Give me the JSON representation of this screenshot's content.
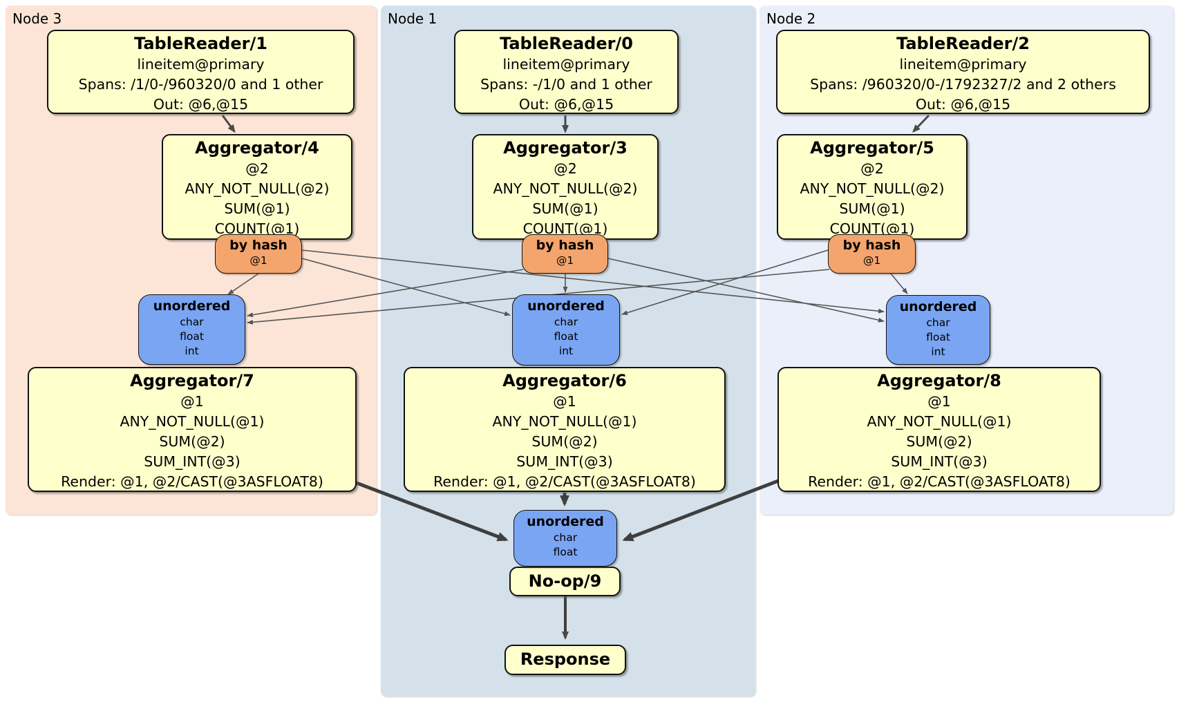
{
  "panels": {
    "node3": {
      "label": "Node 3"
    },
    "node1": {
      "label": "Node 1"
    },
    "node2": {
      "label": "Node 2"
    }
  },
  "colors": {
    "node3_bg": "#fce4d6",
    "node1_bg": "#d4e1ea",
    "node2_bg": "#eaeffa",
    "processor_bg": "#ffffcc",
    "router_bg": "#f4a56d",
    "sync_bg": "#7aa5f2",
    "edge_thin": "#555555",
    "edge_thick": "#3f3f3f"
  },
  "processors": {
    "tr1": {
      "title": "TableReader/1",
      "lines": [
        "lineitem@primary",
        "Spans: /1/0-/960320/0 and 1 other",
        "Out: @6,@15"
      ]
    },
    "tr0": {
      "title": "TableReader/0",
      "lines": [
        "lineitem@primary",
        "Spans: -/1/0 and 1 other",
        "Out: @6,@15"
      ]
    },
    "tr2": {
      "title": "TableReader/2",
      "lines": [
        "lineitem@primary",
        "Spans: /960320/0-/1792327/2 and 2 others",
        "Out: @6,@15"
      ]
    },
    "agg4": {
      "title": "Aggregator/4",
      "lines": [
        "@2",
        "ANY_NOT_NULL(@2)",
        "SUM(@1)",
        "COUNT(@1)"
      ]
    },
    "agg3": {
      "title": "Aggregator/3",
      "lines": [
        "@2",
        "ANY_NOT_NULL(@2)",
        "SUM(@1)",
        "COUNT(@1)"
      ]
    },
    "agg5": {
      "title": "Aggregator/5",
      "lines": [
        "@2",
        "ANY_NOT_NULL(@2)",
        "SUM(@1)",
        "COUNT(@1)"
      ]
    },
    "agg7": {
      "title": "Aggregator/7",
      "lines": [
        "@1",
        "ANY_NOT_NULL(@1)",
        "SUM(@2)",
        "SUM_INT(@3)",
        "Render: @1, @2/CAST(@3ASFLOAT8)"
      ]
    },
    "agg6": {
      "title": "Aggregator/6",
      "lines": [
        "@1",
        "ANY_NOT_NULL(@1)",
        "SUM(@2)",
        "SUM_INT(@3)",
        "Render: @1, @2/CAST(@3ASFLOAT8)"
      ]
    },
    "agg8": {
      "title": "Aggregator/8",
      "lines": [
        "@1",
        "ANY_NOT_NULL(@1)",
        "SUM(@2)",
        "SUM_INT(@3)",
        "Render: @1, @2/CAST(@3ASFLOAT8)"
      ]
    },
    "noop": {
      "title": "No-op/9"
    },
    "response": {
      "title": "Response"
    }
  },
  "routers": {
    "r3": {
      "title": "by hash",
      "detail": "@1"
    },
    "r1": {
      "title": "by hash",
      "detail": "@1"
    },
    "r2": {
      "title": "by hash",
      "detail": "@1"
    }
  },
  "syncs": {
    "s3": {
      "title": "unordered",
      "types": [
        "char",
        "float",
        "int"
      ]
    },
    "s1": {
      "title": "unordered",
      "types": [
        "char",
        "float",
        "int"
      ]
    },
    "s2": {
      "title": "unordered",
      "types": [
        "char",
        "float",
        "int"
      ]
    },
    "sfinal": {
      "title": "unordered",
      "types": [
        "char",
        "float"
      ]
    }
  }
}
